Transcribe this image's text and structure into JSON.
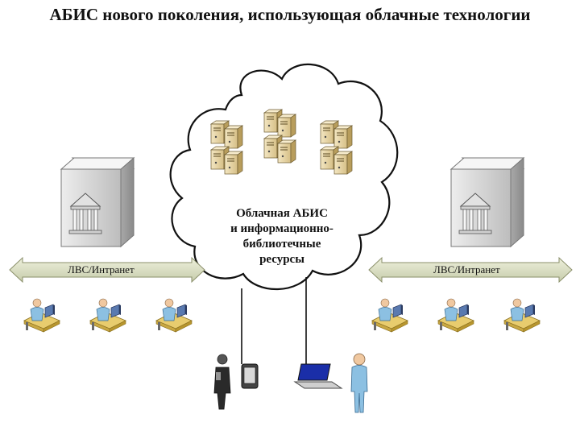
{
  "title": "АБИС нового поколения, использующая облачные технологии",
  "cloud": {
    "label": "Облачная АБИС\nи информационно-\nбиблиотечные\nресурсы"
  },
  "networks": [
    {
      "label": "ЛВС/Интранет"
    },
    {
      "label": "ЛВС/Интранет"
    }
  ],
  "colors": {
    "building": "#c9c9c9",
    "building_dark": "#9a9a9a",
    "server": "#e4d2a4",
    "arrow": "#d2d7b6",
    "person_shirt": "#8cc0e2",
    "desk": "#e0c060",
    "laptop_screen": "#1a2ea8",
    "phone": "#333333"
  },
  "icons": [
    "building-icon",
    "server-icon",
    "cloud-icon",
    "user-workstation-icon",
    "mobile-user-icon",
    "phone-icon",
    "laptop-icon"
  ]
}
